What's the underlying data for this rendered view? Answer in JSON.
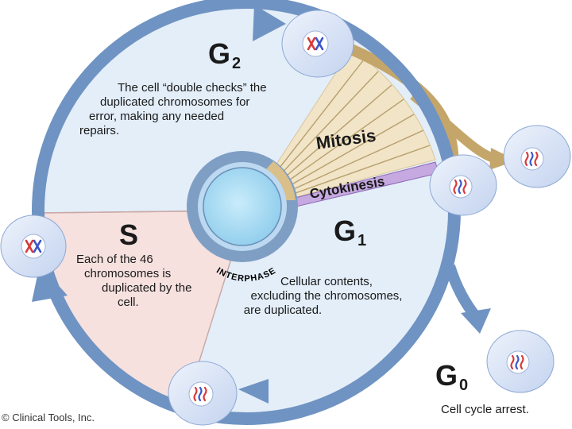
{
  "phases": {
    "g2": {
      "letter": "G",
      "sub": "2",
      "description": [
        "The cell “double checks” the",
        "duplicated chromosomes for",
        "error, making any needed",
        "repairs."
      ]
    },
    "s": {
      "letter": "S",
      "description": [
        "Each of the 46",
        "chromosomes is",
        "duplicated by the",
        "cell."
      ]
    },
    "g1": {
      "letter": "G",
      "sub": "1",
      "description": [
        "Cellular contents,",
        "excluding the chromosomes,",
        "are duplicated."
      ]
    },
    "g0": {
      "letter": "G",
      "sub": "0",
      "description": "Cell cycle arrest."
    }
  },
  "mitosis_label": "Mitosis",
  "cytokinesis_label": "Cytokinesis",
  "interphase_label": "INTERPHASE",
  "copyright": "© Clinical Tools, Inc.",
  "colors": {
    "cycle_ring": "#6f93c2",
    "interphase_fill": "#e3eef9",
    "s_wedge": "#f6e1df",
    "mitosis_wedge": "#f1e4c7",
    "mitosis_arrow": "#c4a66a",
    "cytokinesis_band": "#c6a9e0",
    "cell_fill": "#d5e2f6",
    "chromosome_red": "#d63a3a",
    "chromosome_blue": "#3b55c9"
  },
  "icons": [
    "x-chromosome-cell-icon",
    "squiggle-chromosome-cell-icon"
  ]
}
